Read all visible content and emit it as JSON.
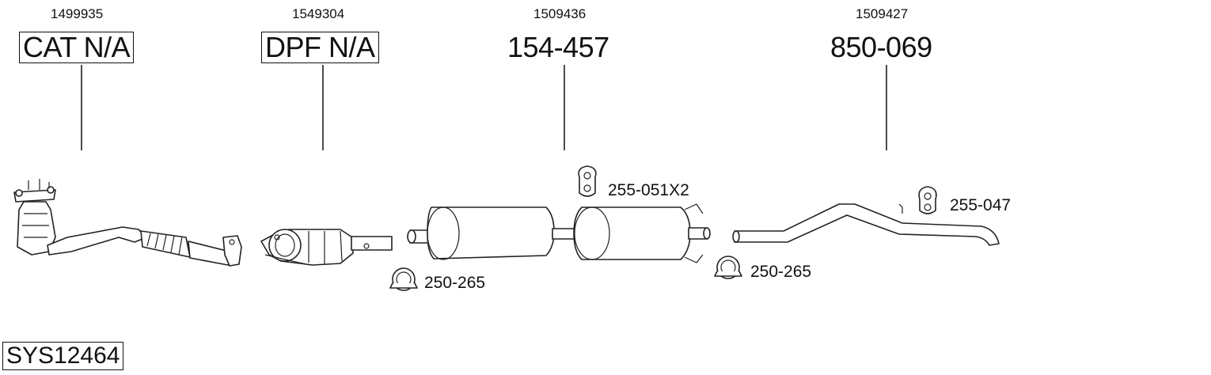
{
  "parts": [
    {
      "oem": "1499935",
      "ref": "CAT N/A",
      "boxed": true
    },
    {
      "oem": "1549304",
      "ref": "DPF N/A",
      "boxed": true
    },
    {
      "oem": "1509436",
      "ref": "154-457",
      "boxed": false
    },
    {
      "oem": "1509427",
      "ref": "850-069",
      "boxed": false
    }
  ],
  "accessories": [
    {
      "ref": "250-265",
      "icon": "clamp-icon"
    },
    {
      "ref": "255-051X2",
      "icon": "rubber-hanger-icon"
    },
    {
      "ref": "250-265",
      "icon": "clamp-icon"
    },
    {
      "ref": "255-047",
      "icon": "rubber-hanger-icon"
    }
  ],
  "system_code": "SYS12464"
}
